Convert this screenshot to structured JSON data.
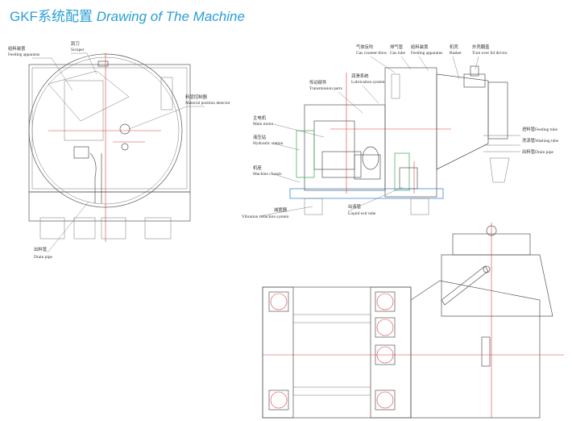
{
  "title": {
    "cn": "GKF系统配置",
    "en": "Drawing of The Machine"
  },
  "colors": {
    "title": "#2a9fd6",
    "centerline": "#e03a3a",
    "hydraulic": "#3aa84a",
    "chassis": "#2a78c8"
  },
  "front_view": {
    "labels": [
      {
        "cn": "给料装置",
        "en": "Feeding apparatus"
      },
      {
        "cn": "刮刀",
        "en": "Scraper"
      },
      {
        "cn": "料层控制器",
        "en": "Material position detector"
      },
      {
        "cn": "出料管",
        "en": "Drain pipe"
      }
    ]
  },
  "side_view": {
    "labels": [
      {
        "cn": "气体反吹",
        "en": "Gas counter-blow"
      },
      {
        "cn": "排气管",
        "en": "Gas tube"
      },
      {
        "cn": "给料装置",
        "en": "Feeding apparatus"
      },
      {
        "cn": "机壳",
        "en": "Basket"
      },
      {
        "cn": "外壳翻盖",
        "en": "Turn over lid device"
      },
      {
        "cn": "传动部件",
        "en": "Transmission parts"
      },
      {
        "cn": "润滑系统",
        "en": "Lubrication system"
      },
      {
        "cn": "主电机",
        "en": "Main motor"
      },
      {
        "cn": "液压站",
        "en": "Hydraulic station"
      },
      {
        "cn": "机座",
        "en": "Machine chassis"
      },
      {
        "cn": "减震器",
        "en": "Vibration reduction system"
      },
      {
        "cn": "出液管",
        "en": "Liquid exit tube"
      },
      {
        "cn": "进料管",
        "en": "Feeding tube"
      },
      {
        "cn": "洗涤管",
        "en": "Washing tube"
      },
      {
        "cn": "出料管",
        "en": "Drain pipe"
      }
    ]
  }
}
